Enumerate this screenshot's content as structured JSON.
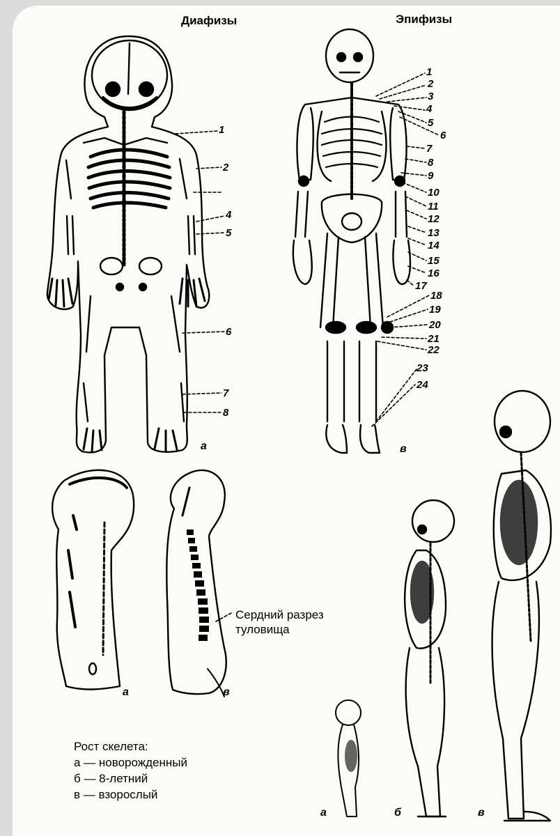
{
  "headers": {
    "diaphyses": "Диафизы",
    "epiphyses": "Эпифизы"
  },
  "newborn_labels": [
    "1",
    "2",
    "4",
    "5",
    "6",
    "7",
    "8"
  ],
  "adult_labels": [
    "1",
    "2",
    "3",
    "4",
    "5",
    "6",
    "7",
    "8",
    "9",
    "10",
    "11",
    "12",
    "13",
    "14",
    "15",
    "16",
    "17",
    "18",
    "19",
    "20",
    "21",
    "22",
    "23",
    "24"
  ],
  "panel_letters": {
    "front_newborn": "а",
    "front_adult": "в",
    "section_newborn": "а",
    "section_adult": "в",
    "growth_newborn": "а",
    "growth_child": "б",
    "growth_adult": "в"
  },
  "section_caption": [
    "Сердний разрез",
    "туловища"
  ],
  "legend": {
    "title": "Рост скелета:",
    "items": [
      "а — новорожденный",
      "б — 8-летний",
      "в — взорослый"
    ]
  },
  "colors": {
    "ink": "#000000",
    "paper": "#fbfbf8",
    "frame": "#dcdcdc"
  }
}
